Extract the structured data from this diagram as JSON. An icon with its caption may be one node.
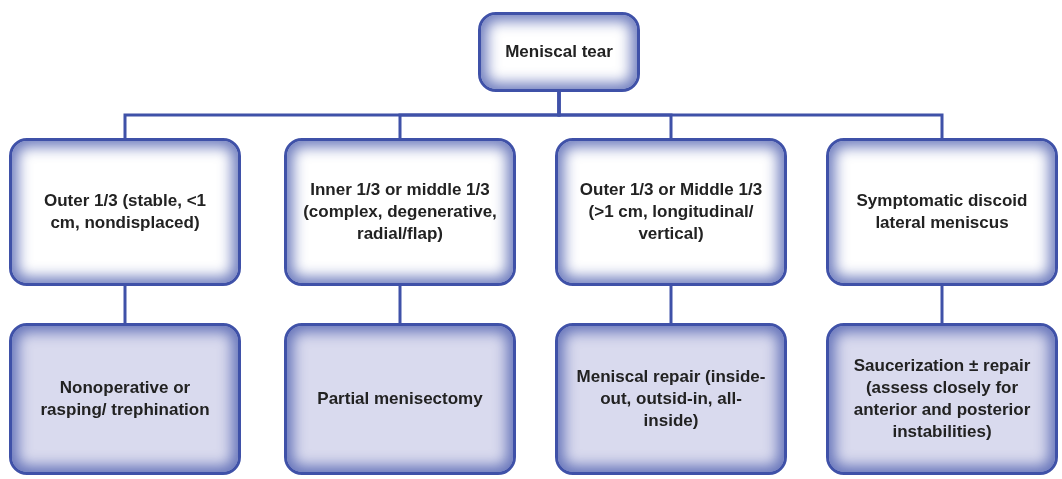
{
  "diagram": {
    "nodes": [
      {
        "text": [
          "Meniscal tear"
        ]
      },
      {
        "text": [
          "Outer 1/3 (stable, <1 cm, nondisplaced)"
        ]
      },
      {
        "text": [
          "Inner 1/3 or middle 1/3 (complex, degenerative, radial/flap)"
        ]
      },
      {
        "text": [
          "Outer 1/3 or Middle 1/3 (>1 cm, longitudinal/ vertical)"
        ]
      },
      {
        "text": [
          "Symptomatic discoid lateral meniscus"
        ]
      },
      {
        "text": [
          "Nonoperative or rasping/ trephination"
        ]
      },
      {
        "text": [
          "Partial menisectomy"
        ]
      },
      {
        "text": [
          "Meniscal repair (inside-out, outsid-in, all-inside)"
        ]
      },
      {
        "text": [
          "Saucerization ± repair (assess closely for anterior and posterior instabilities)"
        ]
      }
    ],
    "edges": [
      {
        "from": 0,
        "to": 1,
        "arrow": "none"
      },
      {
        "from": 0,
        "to": 2,
        "arrow": "none"
      },
      {
        "from": 0,
        "to": 3,
        "arrow": "none"
      },
      {
        "from": 0,
        "to": 4,
        "arrow": "none"
      },
      {
        "from": 1,
        "to": 5,
        "arrow": "none"
      },
      {
        "from": 2,
        "to": 6,
        "arrow": "none"
      },
      {
        "from": 3,
        "to": 7,
        "arrow": "none"
      },
      {
        "from": 4,
        "to": 8,
        "arrow": "none"
      }
    ]
  }
}
